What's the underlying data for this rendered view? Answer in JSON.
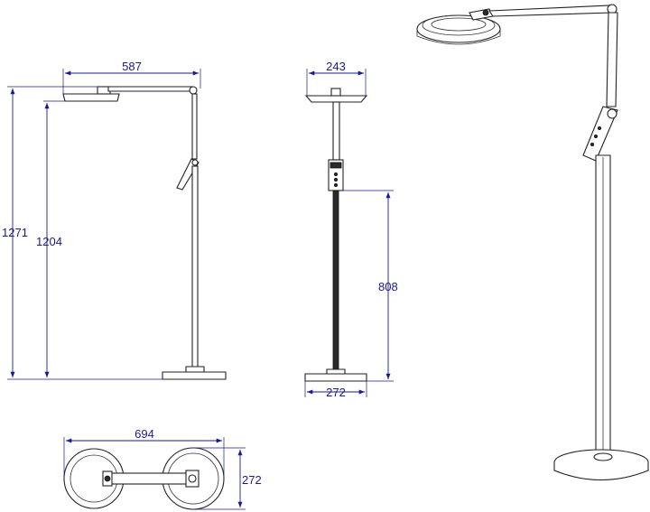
{
  "title": "",
  "dimensions": {
    "front_width": "587",
    "front_total_height": "1271",
    "front_arm_height": "1204",
    "side_head_width": "243",
    "side_base_height": "808",
    "side_base_width": "272",
    "top_length": "694",
    "top_base_diameter": "272"
  },
  "colors": {
    "dimension": "#1a1a8c",
    "outline": "#222222"
  }
}
